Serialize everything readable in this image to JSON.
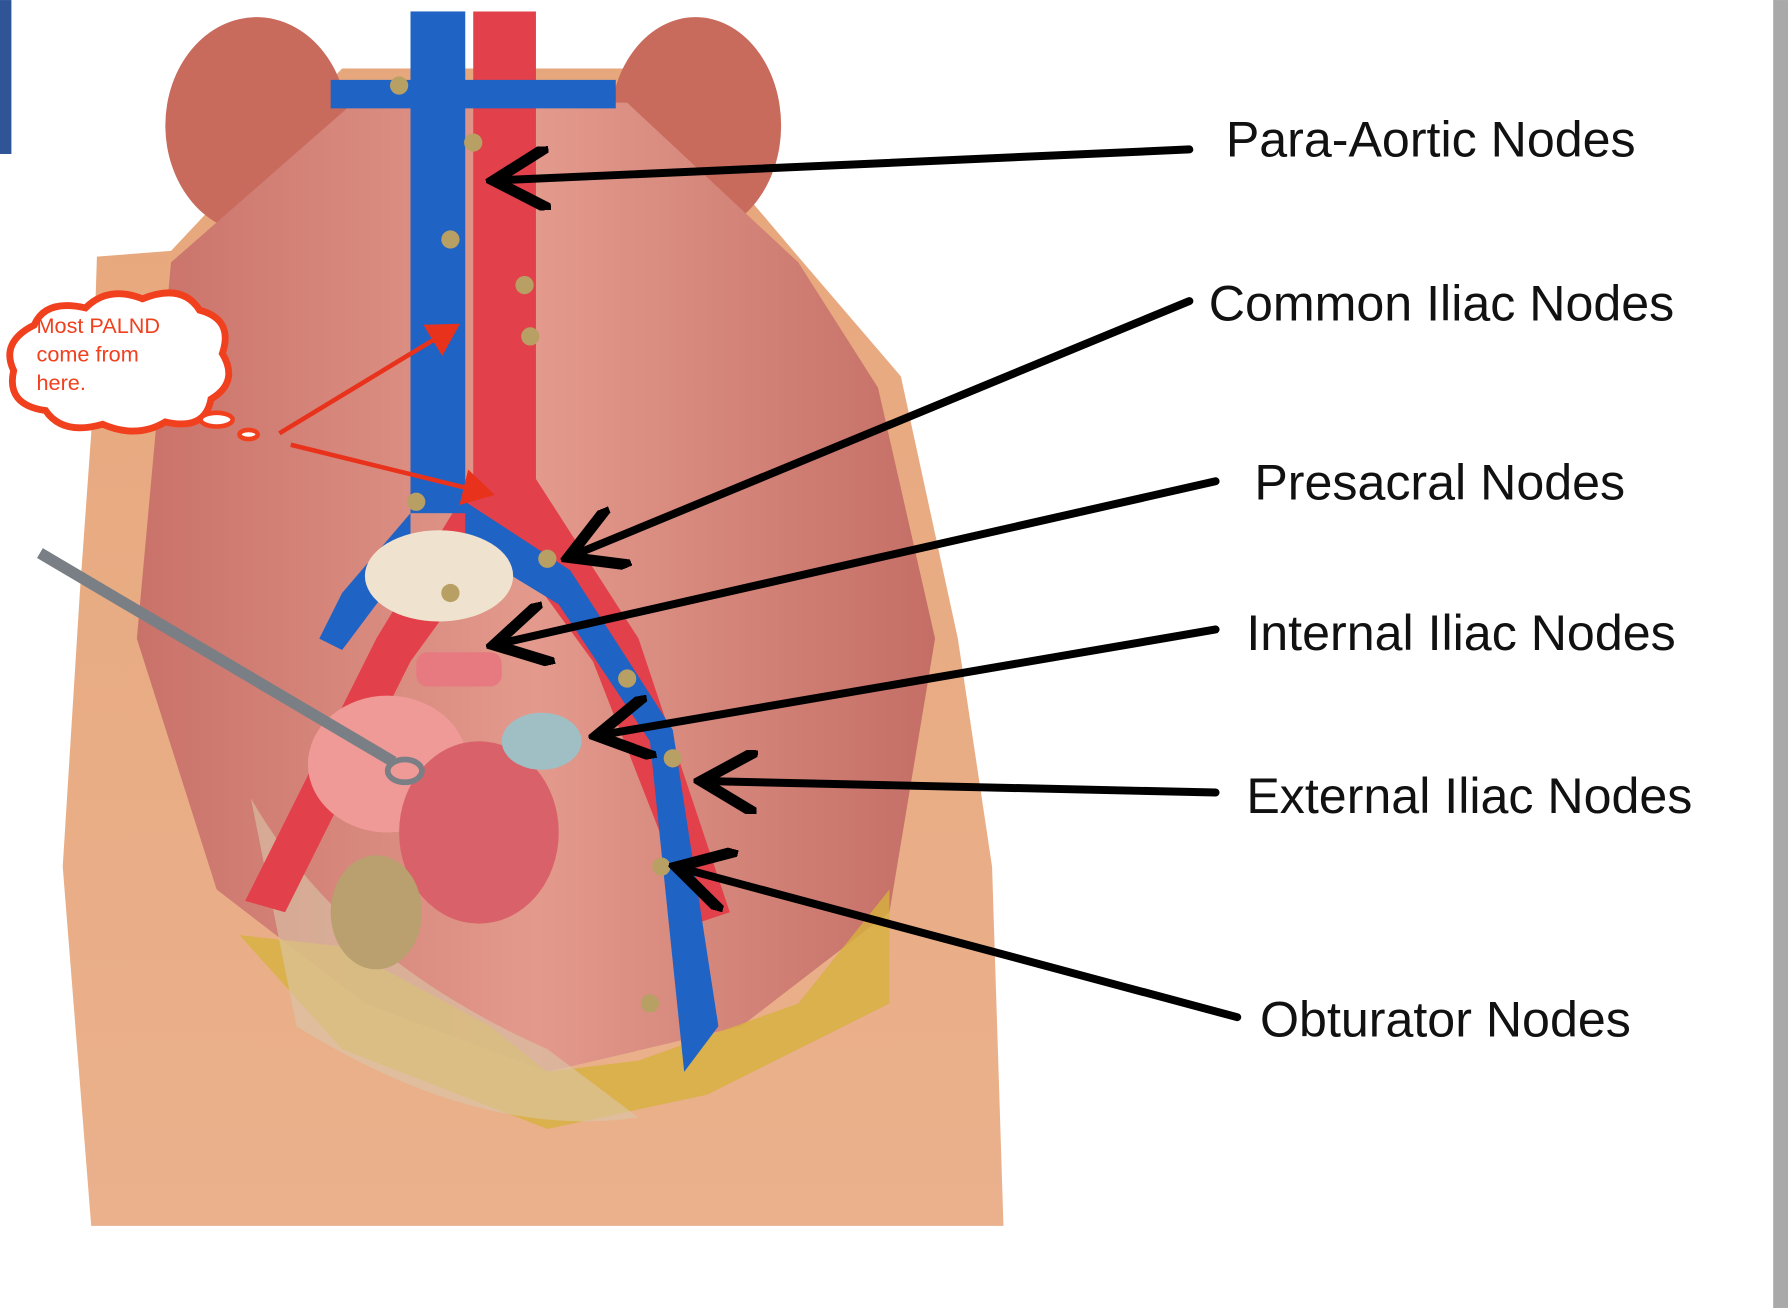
{
  "labels": {
    "para_aortic": "Para-Aortic Nodes",
    "common_iliac": "Common Iliac Nodes",
    "presacral": "Presacral Nodes",
    "internal_iliac": "Internal Iliac Nodes",
    "external_iliac": "External Iliac Nodes",
    "obturator": "Obturator Nodes"
  },
  "callout": {
    "line1": "Most PALND",
    "line2": "come from",
    "line3": "here."
  },
  "colors": {
    "callout": "#f0401e",
    "slide_accent": "#2f5597",
    "artery": "#e2404a",
    "vein": "#1f63c4",
    "skin": "#e9ab7f",
    "muscle": "#d88478"
  }
}
